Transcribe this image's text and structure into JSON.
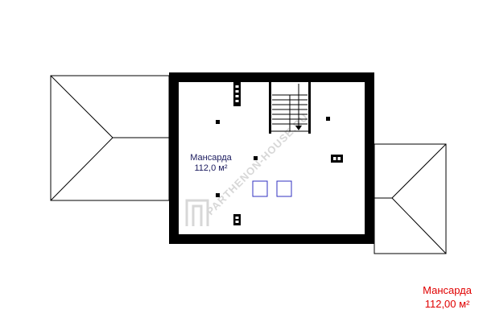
{
  "plan": {
    "room": {
      "name": "Мансарда",
      "area": "112,0 м²"
    }
  },
  "watermark": {
    "text": "PARTHENON-HOUSE.RU"
  },
  "caption": {
    "name": "Мансарда",
    "area": "112,00 м²"
  },
  "colors": {
    "wall": "#000000",
    "caption": "#e00000",
    "room_label": "#1a1a5e",
    "window": "#3030c0",
    "watermark": "#d7d7d7"
  }
}
